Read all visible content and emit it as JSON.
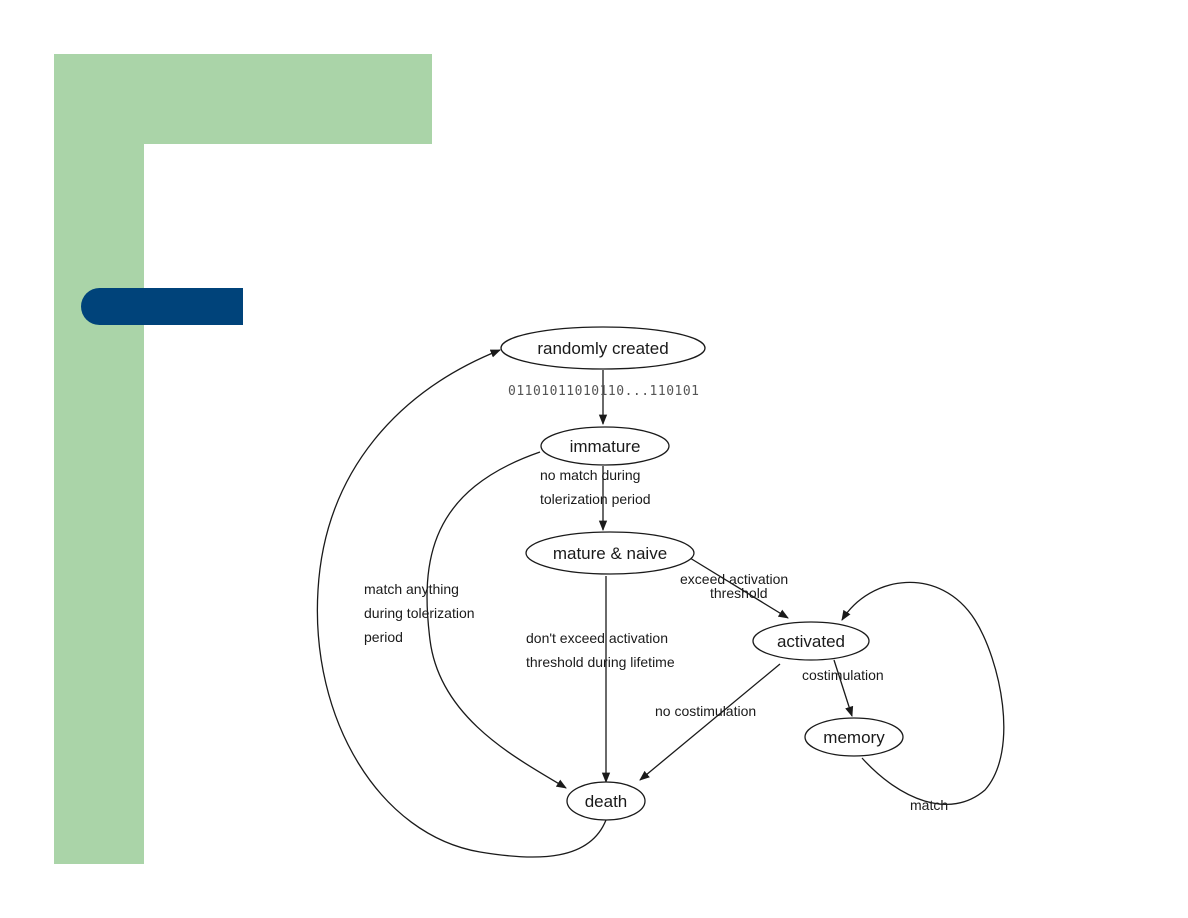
{
  "diagram": {
    "nodes": {
      "randomly_created": "randomly created",
      "immature": "immature",
      "mature_naive": "mature & naive",
      "activated": "activated",
      "memory": "memory",
      "death": "death"
    },
    "edges": {
      "bitstring": "01101011010110...110101",
      "no_match_line1": "no match during",
      "no_match_line2": "tolerization period",
      "match_anything_line1": "match anything",
      "match_anything_line2": "during tolerization",
      "match_anything_line3": "period",
      "exceed_line1": "exceed activation",
      "exceed_line2": "threshold",
      "dont_exceed_line1": "don't exceed activation",
      "dont_exceed_line2": "threshold during lifetime",
      "no_costimulation": "no costimulation",
      "costimulation": "costimulation",
      "match": "match"
    }
  },
  "theme": {
    "accent_green": "#aad4a8",
    "accent_blue": "#00437a"
  }
}
